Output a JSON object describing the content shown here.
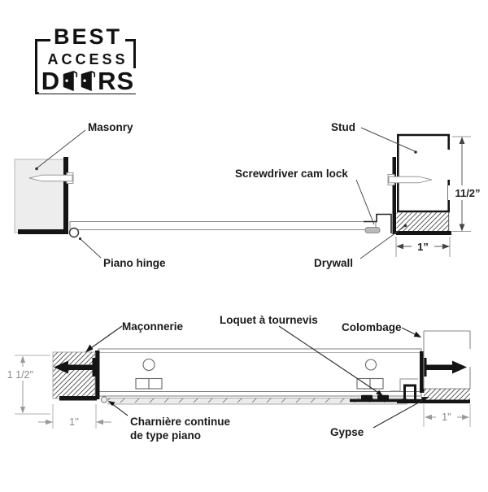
{
  "logo": {
    "line1": "BEST",
    "line2": "ACCESS",
    "doors_left": "D",
    "doors_right": "RS"
  },
  "top_diagram": {
    "language": "English",
    "labels": {
      "masonry": "Masonry",
      "stud": "Stud",
      "cam_lock": "Screwdriver cam lock",
      "piano_hinge": "Piano hinge",
      "drywall": "Drywall"
    },
    "dimensions": {
      "depth": "11/2”",
      "width": "1”"
    }
  },
  "bottom_diagram": {
    "language": "French",
    "labels": {
      "masonry": "Maçonnerie",
      "cam_lock": "Loquet à tournevis",
      "stud": "Colombage",
      "hinge_line1": "Charnière continue",
      "hinge_line2": "de type piano",
      "drywall": "Gypse"
    },
    "dimensions": {
      "depth": "1 1/2''",
      "width_left": "1''",
      "width_right": "1''"
    }
  },
  "colors": {
    "ink": "#141414",
    "masonry_fill": "#ededed",
    "dim_gray": "#8a8a8a"
  }
}
